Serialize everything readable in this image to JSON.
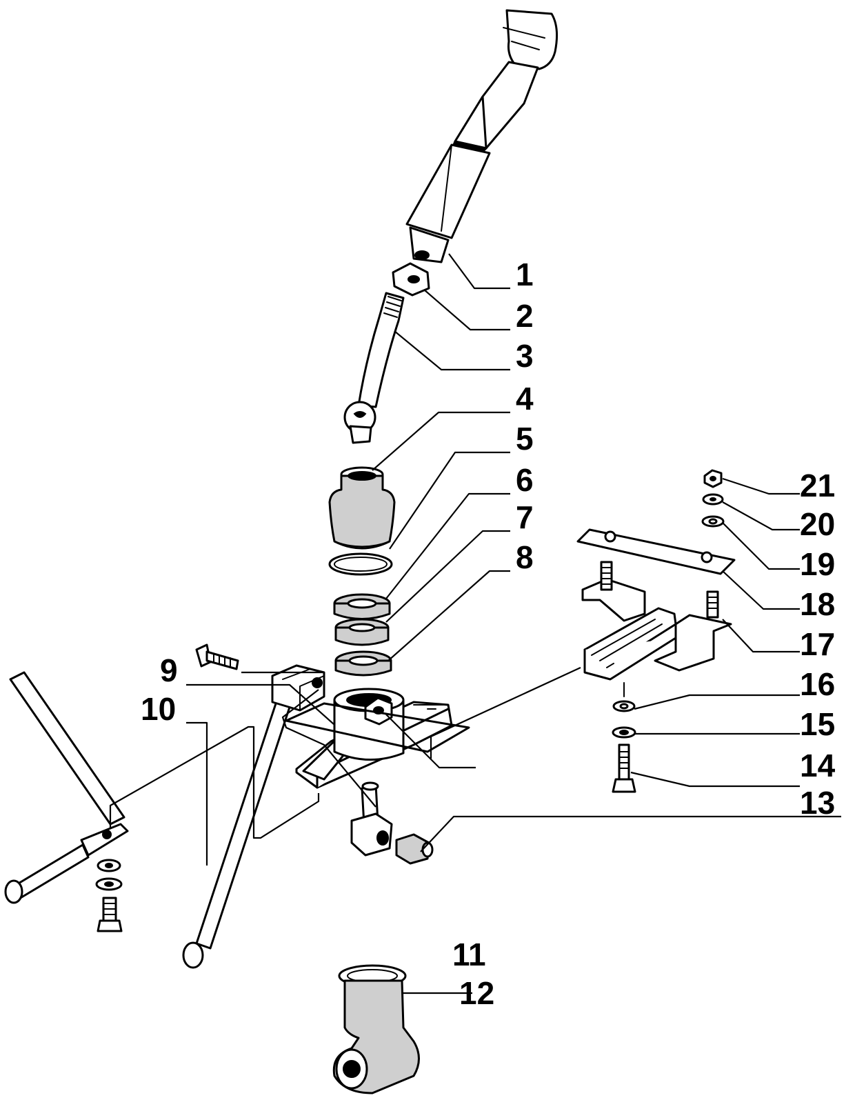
{
  "callouts": [
    "1",
    "2",
    "3",
    "4",
    "5",
    "6",
    "7",
    "8",
    "9",
    "10",
    "11",
    "12",
    "13",
    "14",
    "15",
    "16",
    "17",
    "18",
    "19",
    "20",
    "21"
  ],
  "colors": {
    "line": "#000000",
    "background": "#ffffff",
    "shading": "#cfcfcf"
  }
}
